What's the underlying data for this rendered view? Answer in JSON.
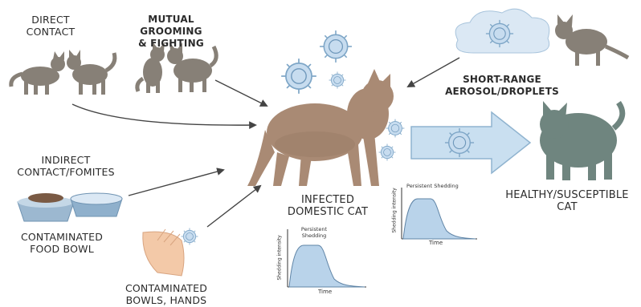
{
  "labels": {
    "direct_contact": [
      "DIRECT",
      "CONTACT"
    ],
    "mutual_grooming": [
      "MUTUAL GROOMING",
      "& FIGHTING"
    ],
    "aerosol": [
      "SHORT-RANGE",
      "AEROSOL/DROPLETS"
    ],
    "indirect_contact": [
      "INDIRECT",
      "CONTACT/FOMITES"
    ],
    "food_bowl": [
      "CONTAMINATED",
      "FOOD BOWL"
    ],
    "hands": [
      "CONTAMINATED",
      "BOWLS, HANDS"
    ],
    "infected_cat": [
      "INFECTED",
      "DOMESTIC CAT"
    ],
    "healthy_cat": [
      "HEALTHY/SUSCEPTIBLE",
      "CAT"
    ]
  },
  "shedding_charts": [
    {
      "title": "Persistent Shedding",
      "ylabel": "Shedding intensity",
      "xlabel": "Time"
    },
    {
      "title": "Persistent Shedding",
      "ylabel": "Shedding intensity",
      "xlabel": "Time"
    }
  ],
  "colors": {
    "infected_cat": "#a98a74",
    "healthy_cat": "#6f857f",
    "contact_cats": "#878077",
    "virus": "#8fb3cf",
    "arrow_fill": "#c9dff0",
    "curve_fill": "#b9d3ea"
  }
}
